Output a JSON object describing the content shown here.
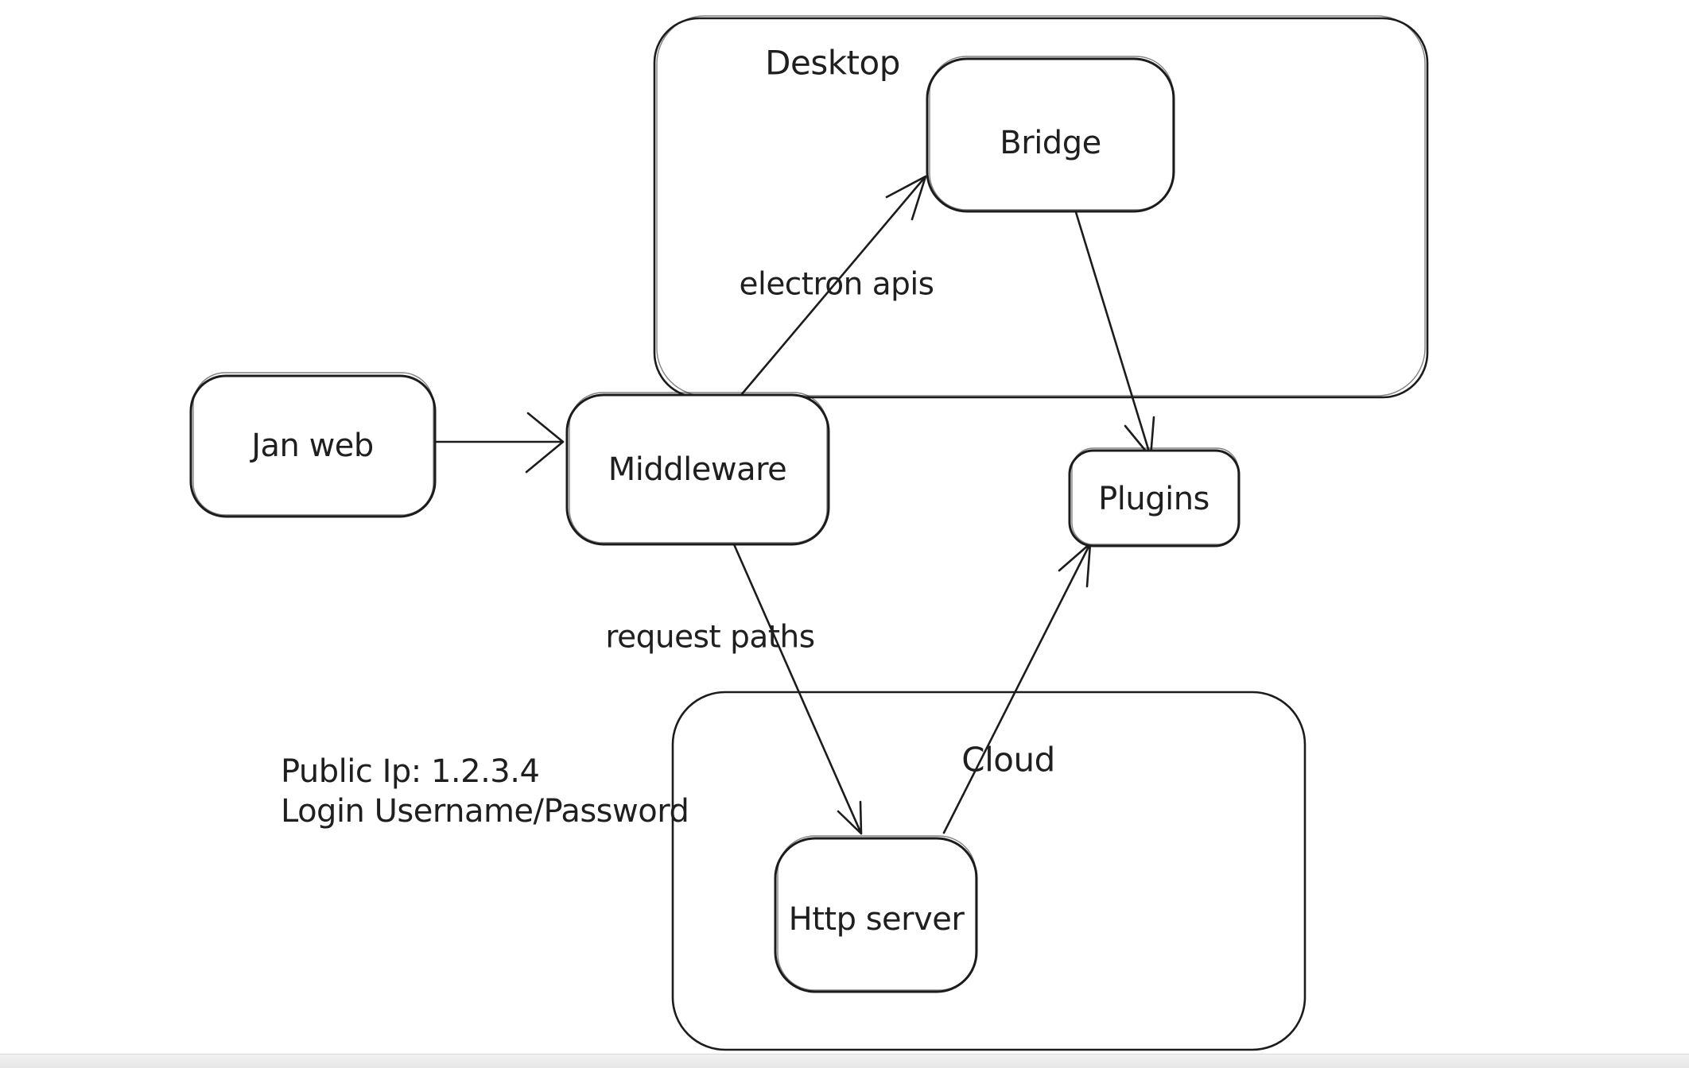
{
  "canvas": {
    "background": "#ffffff",
    "stroke_color": "#1c1c1c",
    "text_color": "#1f1f1f",
    "footer_band_color": "#e6e6e6"
  },
  "containers": {
    "desktop": {
      "label": "Desktop"
    },
    "cloud": {
      "label": "Cloud"
    }
  },
  "nodes": {
    "jan_web": {
      "label": "Jan web"
    },
    "middleware": {
      "label": "Middleware"
    },
    "bridge": {
      "label": "Bridge"
    },
    "plugins": {
      "label": "Plugins"
    },
    "http_server": {
      "label": "Http server"
    }
  },
  "edges": {
    "electron_apis": {
      "label": "electron apis"
    },
    "request_paths": {
      "label": "request paths"
    }
  },
  "annotations": {
    "public_ip": "Public Ip: 1.2.3.4",
    "login": "Login Username/Password"
  }
}
